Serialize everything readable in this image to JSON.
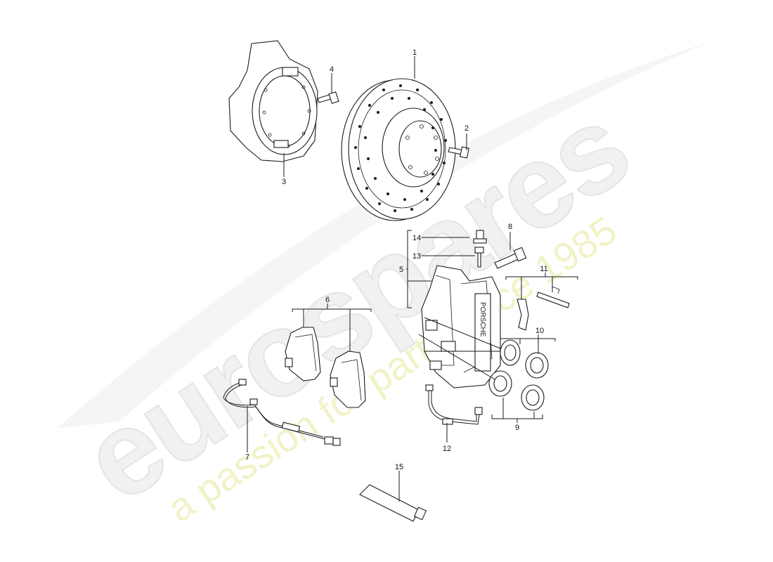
{
  "watermark": {
    "brand": "eurospares",
    "tagline": "a passion for parts since 1985"
  },
  "callouts": {
    "c1": "1",
    "c2": "2",
    "c3": "3",
    "c4": "4",
    "c5": "5",
    "c6": "6",
    "c7": "7",
    "c8": "8",
    "c9": "9",
    "c10": "10",
    "c11": "11",
    "c12": "12",
    "c13": "13",
    "c14": "14",
    "c15": "15"
  },
  "caliper_lettering": "PORSCHE"
}
